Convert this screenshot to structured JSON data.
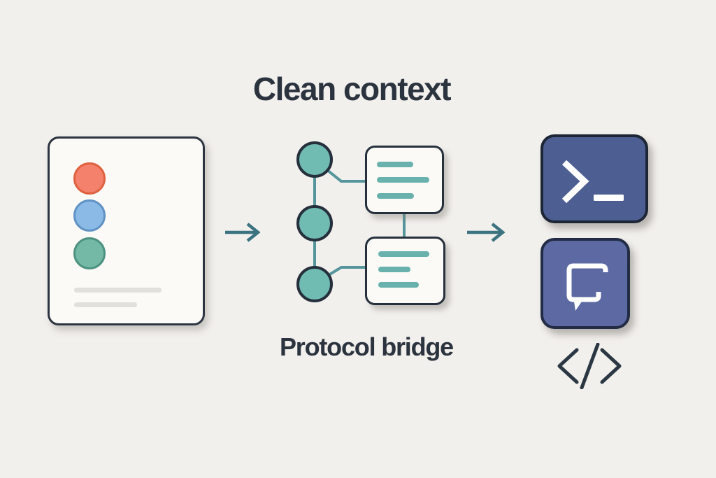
{
  "background_color": "#f2f0ed",
  "title": {
    "text": "Clean context",
    "color": "#2b333e"
  },
  "caption": {
    "text": "Protocol bridge",
    "color": "#2b333e"
  },
  "left_card": {
    "description": "source app card with three colored dots and two placeholder text lines",
    "dots": [
      {
        "name": "orange-dot",
        "fill": "#f3816b",
        "stroke": "#e06140"
      },
      {
        "name": "blue-dot",
        "fill": "#8bbae7",
        "stroke": "#6093c4"
      },
      {
        "name": "teal-dot",
        "fill": "#74b9a6",
        "stroke": "#4d9281"
      }
    ],
    "placeholder_line_count": 2,
    "placeholder_line_color": "#e1e0dc",
    "outline_color": "#2b3440"
  },
  "bridge": {
    "node_count": 3,
    "node_fill": "#70bcb3",
    "node_outline": "#25303c",
    "connector_color": "#55959b",
    "bar_color": "#68b1ac",
    "cards": [
      {
        "bar_widths": [
          "short",
          "long",
          "medium"
        ]
      },
      {
        "bar_widths": [
          "long",
          "short",
          "medium"
        ]
      }
    ]
  },
  "arrows": {
    "count": 2,
    "color": "#3b7380"
  },
  "tiles": [
    {
      "name": "terminal-tile",
      "icon": "terminal-prompt-icon",
      "fill": "#4d5e93",
      "outline": "#1d2634",
      "icon_color": "#ffffff"
    },
    {
      "name": "chat-tile",
      "icon": "chat-bubble-icon",
      "fill": "#5c69a3",
      "outline": "#222c45",
      "icon_color": "#ffffff"
    }
  ],
  "code_glyph": {
    "name": "code-tag-icon",
    "color": "#2b3742"
  }
}
